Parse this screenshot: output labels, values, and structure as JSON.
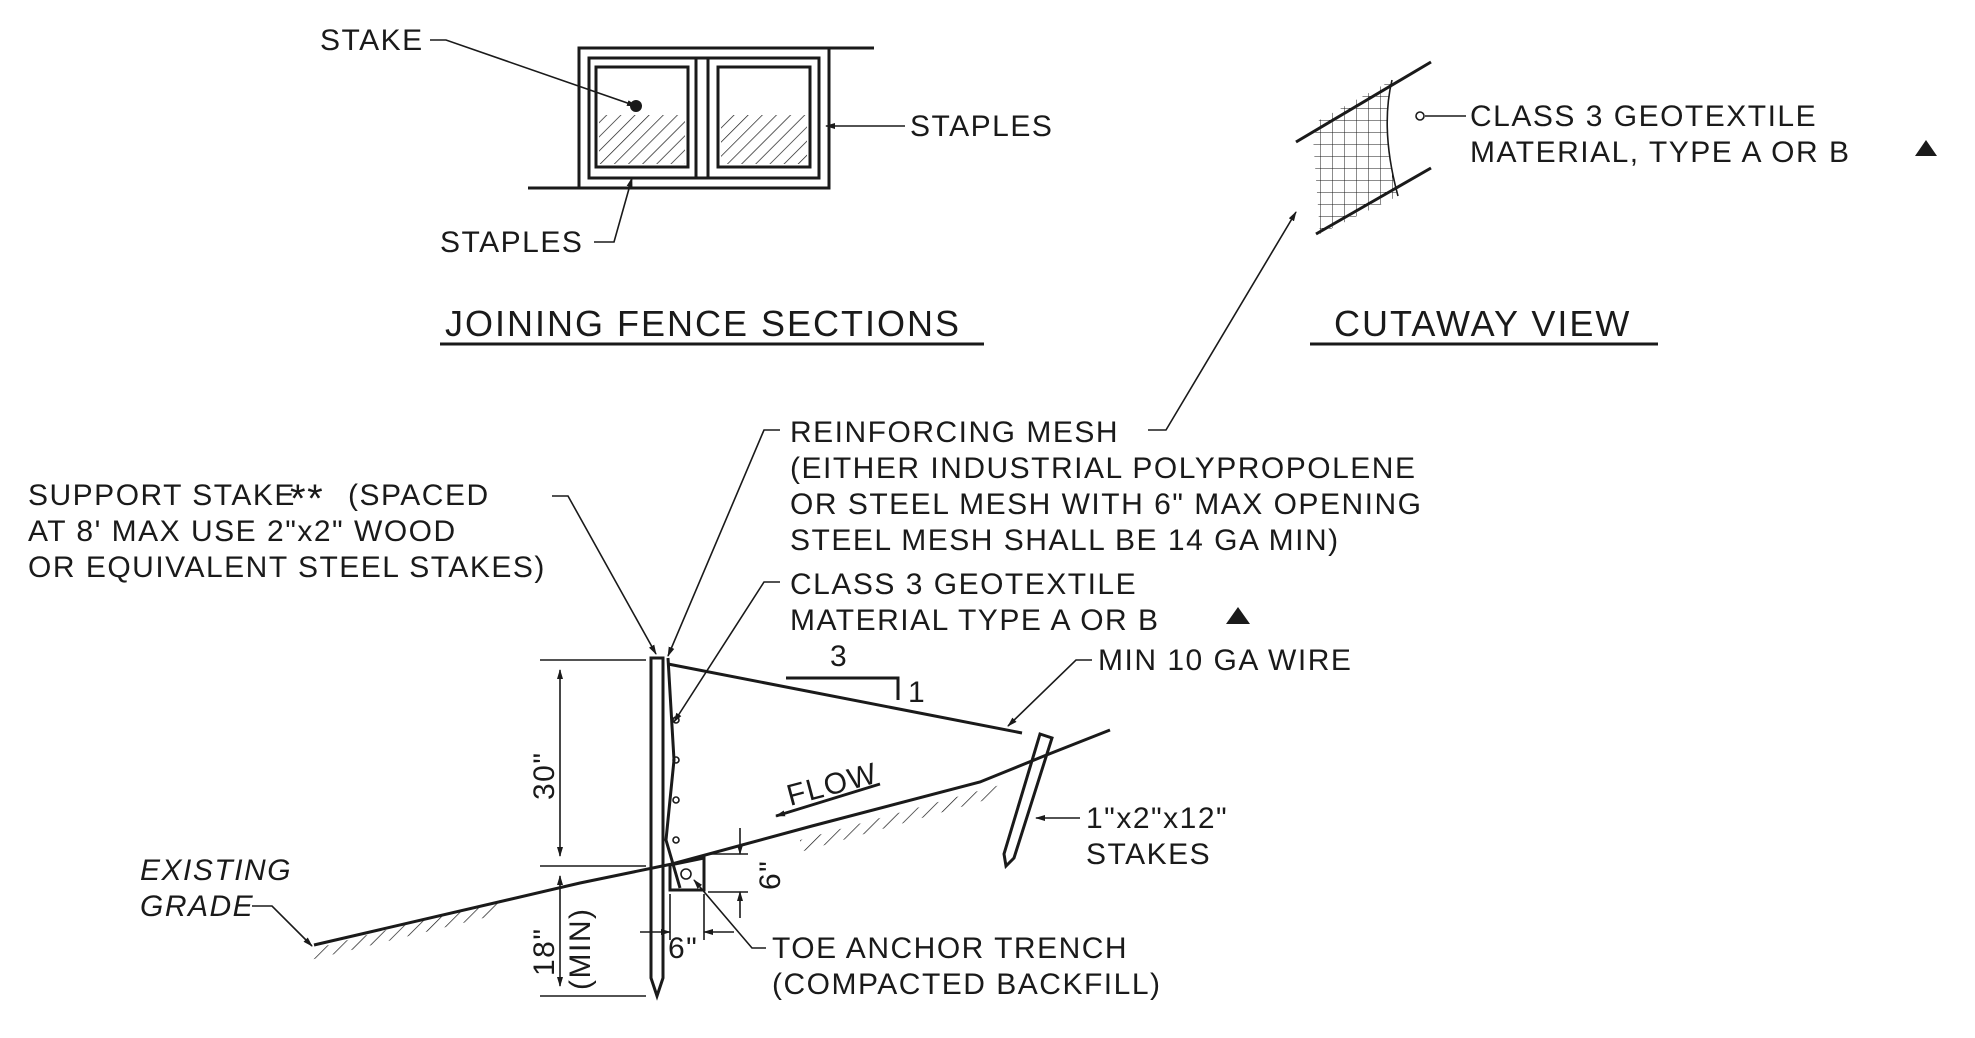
{
  "joining": {
    "stake": "STAKE",
    "staples_right": "STAPLES",
    "staples_bottom": "STAPLES",
    "title": "JOINING FENCE SECTIONS"
  },
  "cutaway": {
    "note_line1": "CLASS 3 GEOTEXTILE",
    "note_line2": "MATERIAL, TYPE A OR B",
    "title": "CUTAWAY VIEW"
  },
  "section": {
    "reinforcing": [
      "REINFORCING MESH",
      "(EITHER INDUSTRIAL POLYPROPOLENE",
      "OR STEEL MESH WITH 6\" MAX OPENING",
      "STEEL MESH SHALL BE 14 GA MIN)"
    ],
    "support_stake": {
      "line1a": "SUPPORT STAKE",
      "line1_mark": "**",
      "line1b": "(SPACED",
      "line2": "AT 8' MAX USE 2\"x2\" WOOD",
      "line3": "OR EQUIVALENT STEEL STAKES)"
    },
    "geotextile": [
      "CLASS 3 GEOTEXTILE",
      "MATERIAL TYPE A OR B"
    ],
    "slope_run": "3",
    "slope_rise": "1",
    "wire": "MIN 10 GA WIRE",
    "flow": "FLOW",
    "height": "30\"",
    "embed": "18\"",
    "embed_min": "(MIN)",
    "trench_depth": "6\"",
    "trench_width": "6\"",
    "stakes": [
      "1\"x2\"x12\"",
      "STAKES"
    ],
    "existing_grade": [
      "EXISTING",
      "GRADE"
    ],
    "toe_anchor": [
      "TOE ANCHOR TRENCH",
      "(COMPACTED BACKFILL)"
    ]
  }
}
